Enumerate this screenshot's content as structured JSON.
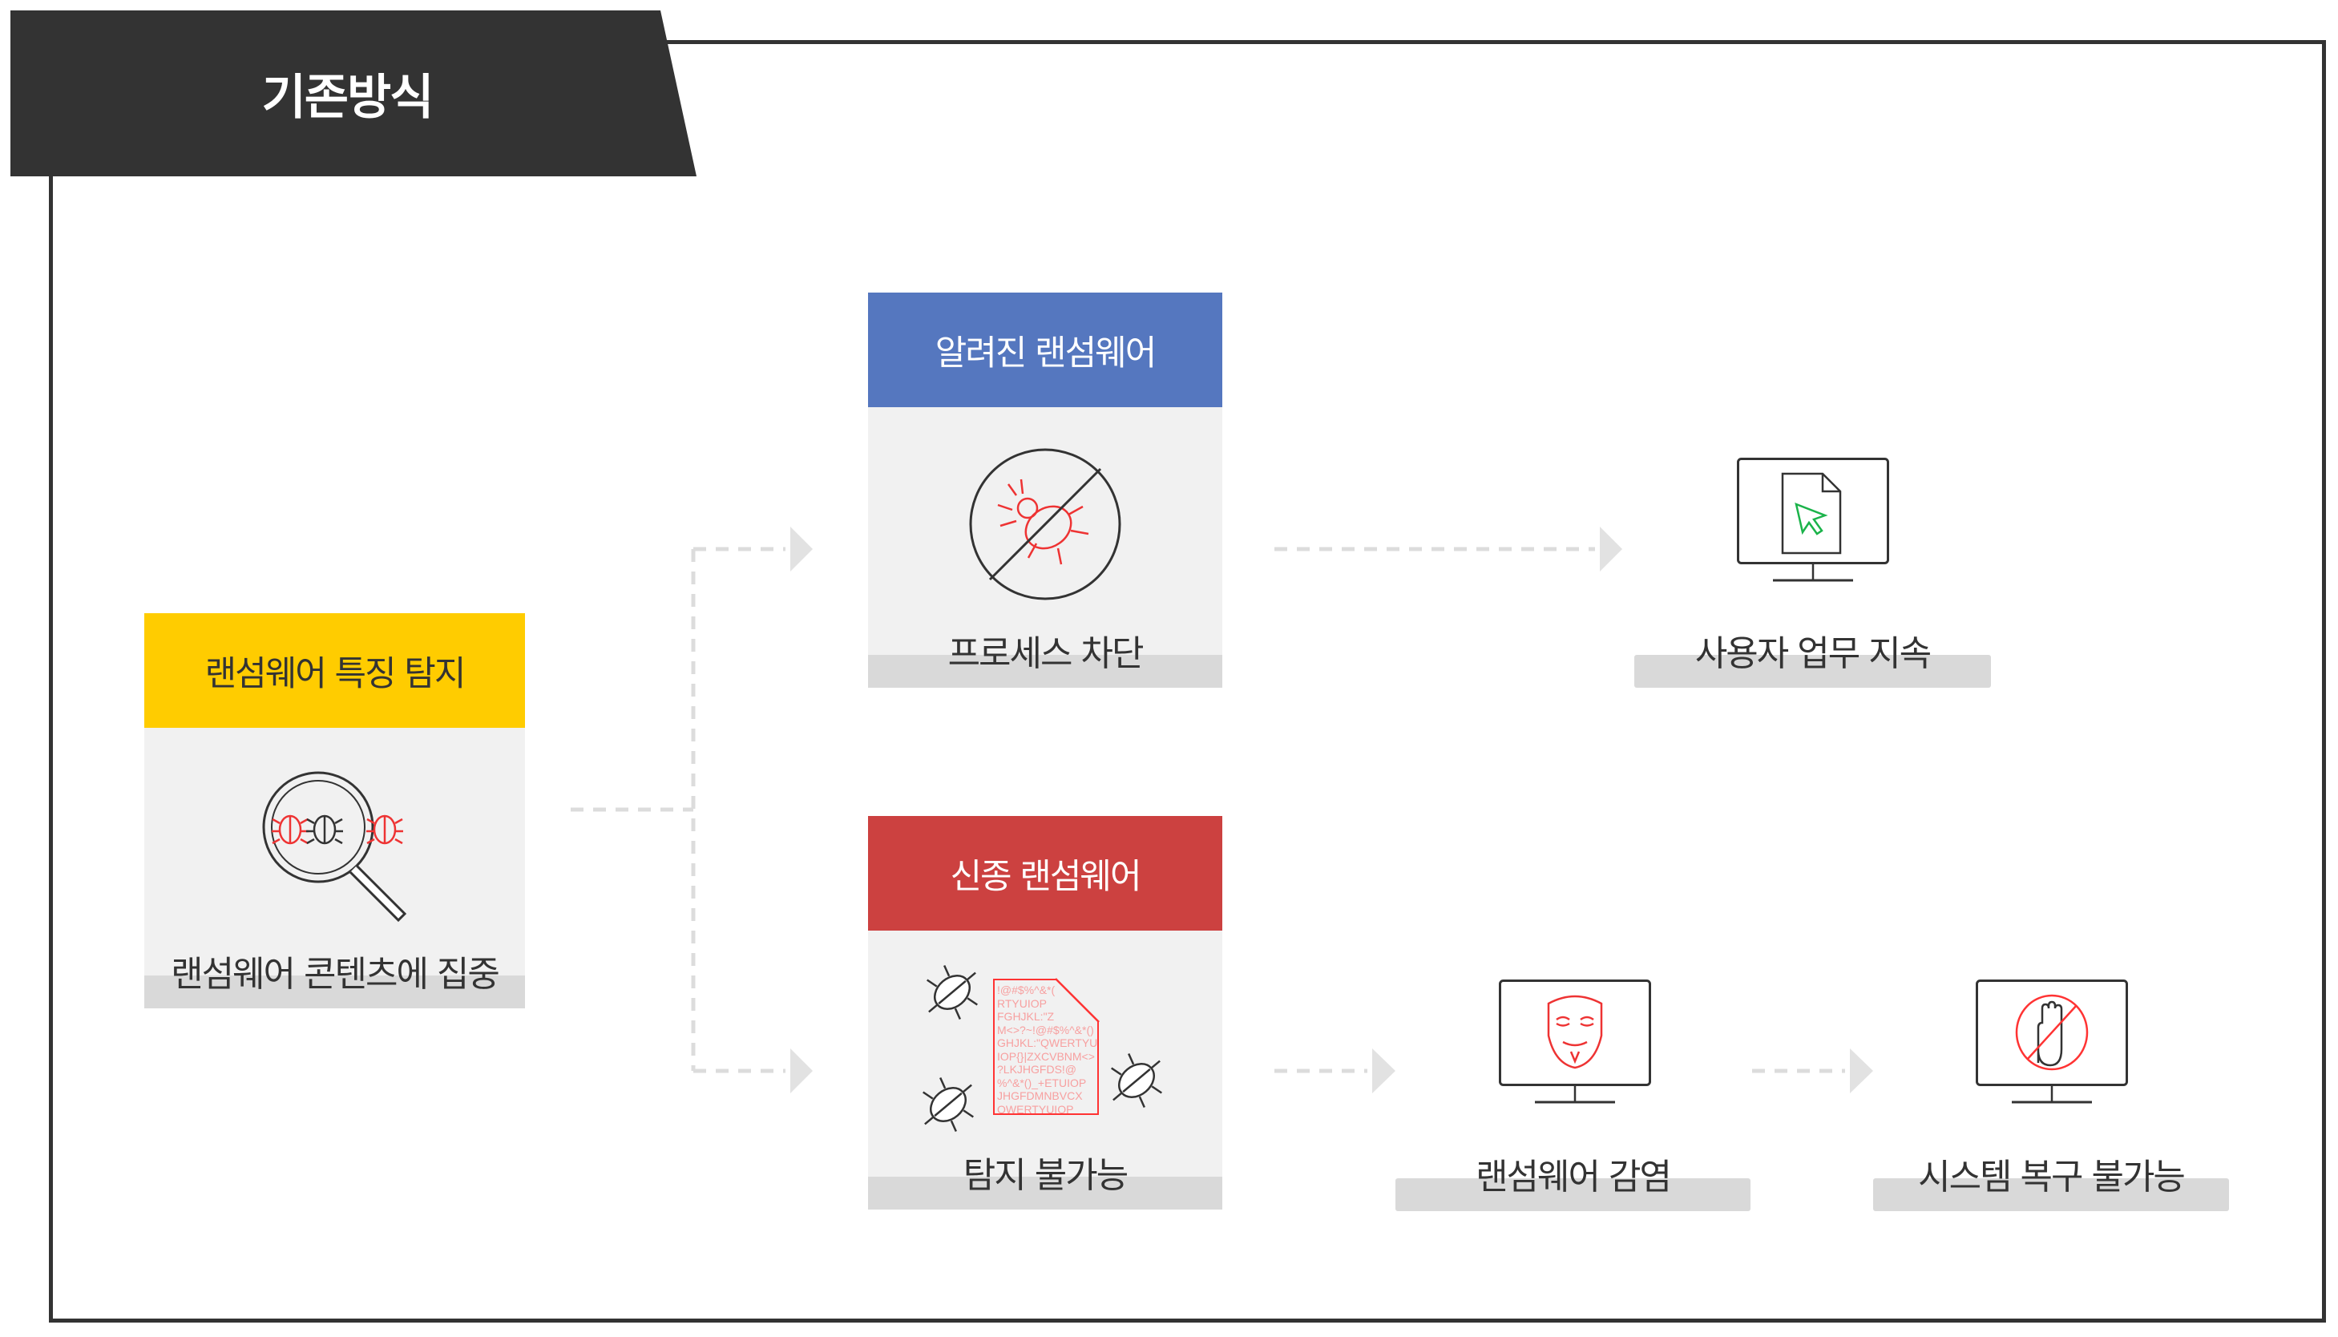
{
  "title": "기존방식",
  "feature_card": {
    "header": "랜섬웨어 특징 탐지",
    "label": "랜섬웨어 콘텐츠에 집중",
    "color": "#FFCC00"
  },
  "known_card": {
    "header": "알려진 랜섬웨어",
    "label": "프로세스 차단",
    "color": "#5577BF"
  },
  "new_card": {
    "header": "신종 랜섬웨어",
    "label": "탐지 불가능",
    "color": "#CC4140",
    "doc_text": [
      "!@#$%^&*(",
      "RTYUIOP",
      "FGHJKL:\"Z",
      "M<>?~!@#$%^&*()",
      "GHJKL:\"QWERTYU",
      "IOP{}|ZXCVBNM<>",
      "?LKJHGFDS!@",
      "%^&*()_+ETUIOP",
      "JHGFDMNBVCX",
      "QWERTYUIOP"
    ]
  },
  "outcomes": {
    "continue": "사용자 업무 지속",
    "infected": "랜섬웨어 감염",
    "unrecoverable": "시스템 복구 불가능"
  }
}
